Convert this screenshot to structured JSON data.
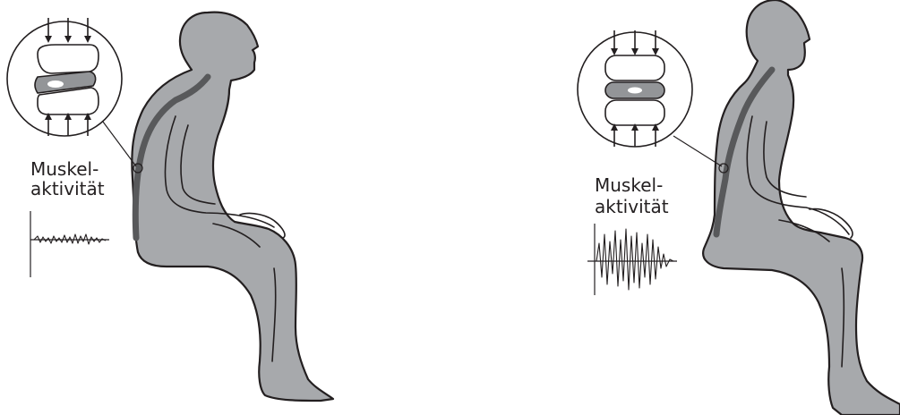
{
  "figure": {
    "panels": [
      {
        "id": "slouched",
        "label_line1": "Muskel-",
        "label_line2": "aktivität"
      },
      {
        "id": "upright",
        "label_line1": "Muskel-",
        "label_line2": "aktivität"
      }
    ],
    "colors": {
      "body_fill": "#a7a9ac",
      "outline": "#231f20",
      "spine": "#58595b",
      "disc_fill": "#939598"
    }
  }
}
